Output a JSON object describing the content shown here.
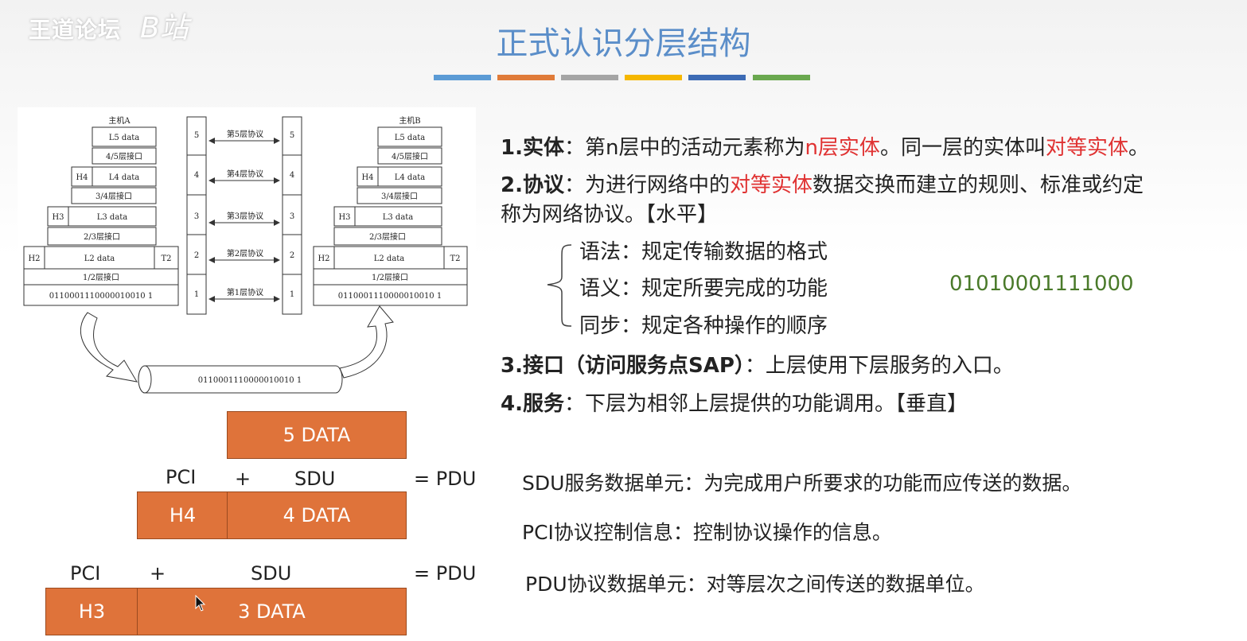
{
  "watermark": {
    "forum": "王道论坛",
    "logo": "B站"
  },
  "title": "正式认识分层结构",
  "title_bar_colors": [
    "#5b9bd5",
    "#e07b39",
    "#a5a5a5",
    "#f5b700",
    "#3d6bb5",
    "#6aa84f"
  ],
  "diagram": {
    "host_a": "主机A",
    "host_b": "主机B",
    "stack": {
      "l5": "L5 data",
      "if45": "4/5层接口",
      "h4": "H4",
      "l4": "L4 data",
      "if34": "3/4层接口",
      "h3": "H3",
      "l3": "L3 data",
      "if23": "2/3层接口",
      "h2": "H2",
      "l2": "L2 data",
      "t2": "T2",
      "if12": "1/2层接口",
      "bits": "0110001110000010010 1"
    },
    "layers": [
      "5",
      "4",
      "3",
      "2",
      "1"
    ],
    "protocols": [
      "第5层协议",
      "第4层协议",
      "第3层协议",
      "第2层协议",
      "第1层协议"
    ],
    "pipe_bits": "0110001110000010010 1"
  },
  "points": {
    "p1_head": "1.实体",
    "p1_a": "：第n层中的活动元素称为",
    "p1_red1": "n层实体",
    "p1_b": "。同一层的实体叫",
    "p1_red2": "对等实体",
    "p1_c": "。",
    "p2_head": "2.协议",
    "p2_a": "：为进行网络中的",
    "p2_red": "对等实体",
    "p2_b": "数据交换而建立的规则、标准或约定",
    "p2_line2": "称为网络协议。【水平】",
    "p2_syntax": "语法：规定传输数据的格式",
    "p2_semantics": "语义：规定所要完成的功能",
    "p2_sync": "同步：规定各种操作的顺序",
    "binary": "01010001111000",
    "p3_head": "3.接口（访问服务点SAP）",
    "p3_a": "：上层使用下层服务的入口。",
    "p4_head": "4.服务",
    "p4_a": "：下层为相邻上层提供的功能调用。【垂直】"
  },
  "pdu": {
    "box5": "5 DATA",
    "pci": "PCI",
    "plus": "+",
    "sdu": "SDU",
    "eq_pdu": "= PDU",
    "h4": "H4",
    "box4": "4 DATA",
    "h3": "H3",
    "box3": "3 DATA"
  },
  "definitions": {
    "sdu": "SDU服务数据单元：为完成用户所要求的功能而应传送的数据。",
    "pci": "PCI协议控制信息：控制协议操作的信息。",
    "pdu": "PDU协议数据单元：对等层次之间传送的数据单位。"
  }
}
